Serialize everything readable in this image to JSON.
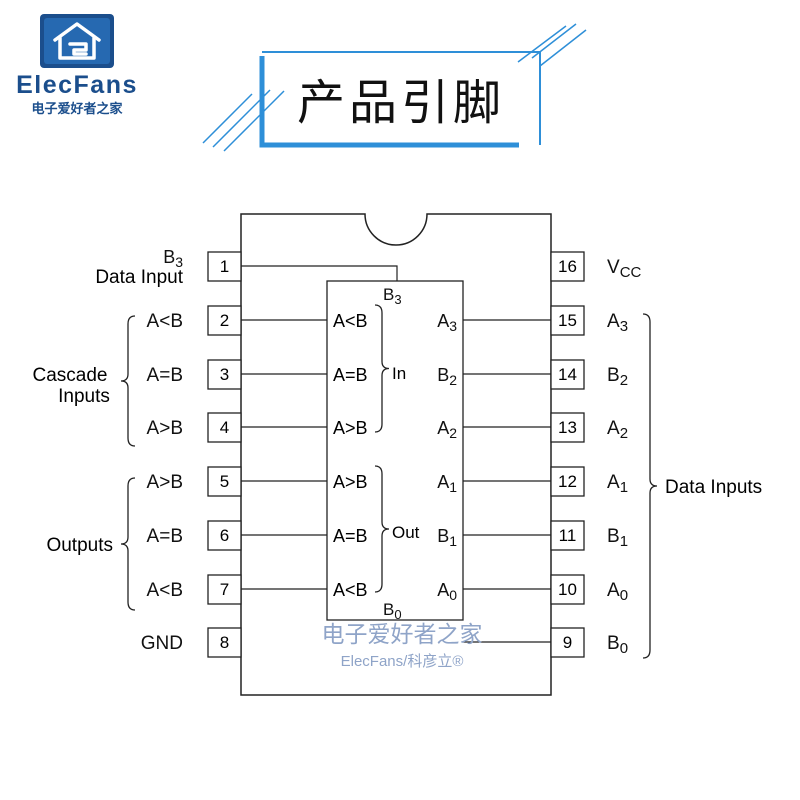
{
  "logo": {
    "brand": "ElecFans",
    "subtitle": "电子爱好者之家"
  },
  "title": "产品引脚",
  "watermark": {
    "line1": "电子爱好者之家",
    "line2": "ElecFans/科彦立®"
  },
  "colors": {
    "logo_dark": "#1b4e8c",
    "logo_light": "#2f7fd0",
    "accent": "#2e8fd8",
    "watermark": "#8fa4c8",
    "line": "#222222"
  },
  "left_pins": [
    {
      "num": "1",
      "label": "B",
      "sub": "3",
      "label2": "Data Input"
    },
    {
      "num": "2",
      "label": "A<B"
    },
    {
      "num": "3",
      "label": "A=B"
    },
    {
      "num": "4",
      "label": "A>B"
    },
    {
      "num": "5",
      "label": "A>B"
    },
    {
      "num": "6",
      "label": "A=B"
    },
    {
      "num": "7",
      "label": "A<B"
    },
    {
      "num": "8",
      "label": "GND"
    }
  ],
  "right_pins": [
    {
      "num": "16",
      "label": "V",
      "sub": "CC"
    },
    {
      "num": "15",
      "label": "A",
      "sub": "3"
    },
    {
      "num": "14",
      "label": "B",
      "sub": "2"
    },
    {
      "num": "13",
      "label": "A",
      "sub": "2"
    },
    {
      "num": "12",
      "label": "A",
      "sub": "1"
    },
    {
      "num": "11",
      "label": "B",
      "sub": "1"
    },
    {
      "num": "10",
      "label": "A",
      "sub": "0"
    },
    {
      "num": "9",
      "label": "B",
      "sub": "0"
    }
  ],
  "inner_left": [
    "A<B",
    "A=B",
    "A>B",
    "A>B",
    "A=B",
    "A<B"
  ],
  "inner_right": [
    {
      "label": "A",
      "sub": "3"
    },
    {
      "label": "B",
      "sub": "2"
    },
    {
      "label": "A",
      "sub": "2"
    },
    {
      "label": "A",
      "sub": "1"
    },
    {
      "label": "B",
      "sub": "1"
    },
    {
      "label": "A",
      "sub": "0"
    }
  ],
  "inner_top": {
    "label": "B",
    "sub": "3"
  },
  "inner_bottom": {
    "label": "B",
    "sub": "0"
  },
  "group_in": "In",
  "group_out": "Out",
  "cascade": [
    "Cascade",
    "Inputs"
  ],
  "outputs": "Outputs",
  "data_inputs": "Data Inputs"
}
